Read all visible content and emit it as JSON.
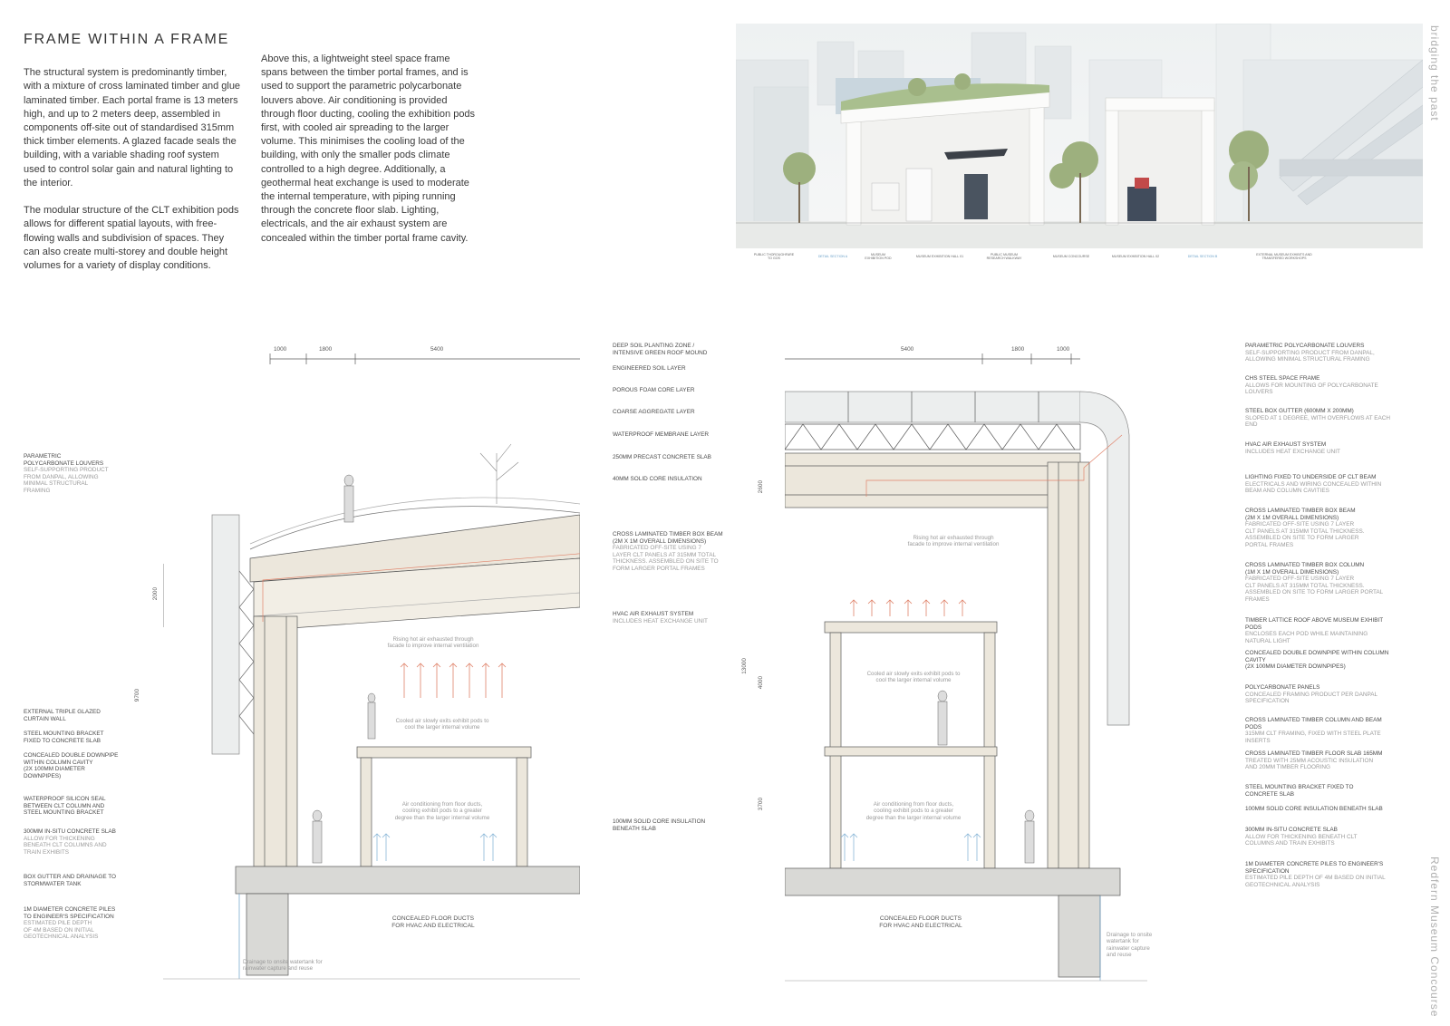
{
  "title": "FRAME WITHIN A FRAME",
  "paragraphs": {
    "col1_p1": "The structural system is predominantly timber, with a mixture of cross laminated timber and glue laminated timber. Each portal frame is 13 meters high, and up to 2 meters deep, assembled in components off-site out of standardised 315mm thick timber elements. A glazed facade seals the building, with a variable shading roof system used to control solar gain and natural lighting to the interior.",
    "col1_p2": "The modular structure of the CLT exhibition pods allows for different spatial layouts, with free-flowing walls and subdivision of spaces. They can also create multi-storey and double height volumes for a variety of display conditions.",
    "col2_p1": "Above this, a lightweight steel space frame spans between the timber portal frames, and is used to support the parametric polycarbonate louvers above. Air conditioning is provided through floor ducting, cooling the exhibition pods first, with cooled air spreading to the larger volume. This minimises the cooling load of the building, with only the smaller pods climate controlled to a high degree. Additionally, a geothermal heat exchange is used to moderate the internal temperature, with piping running through the concrete floor slab. Lighting, electricals, and the air exhaust system are concealed within the timber portal frame cavity."
  },
  "side_labels": {
    "top": "bridging the past",
    "bottom": "Redfern Museum Concourse"
  },
  "render_labels": [
    {
      "text": "PUBLIC THOROUGHFARE\nTO GOS",
      "blue": false
    },
    {
      "text": "DETAIL SECTION A",
      "blue": true
    },
    {
      "text": "MUSEUM\nEXHIBITION POD",
      "blue": false
    },
    {
      "text": "MUSEUM EXHIBITION HALL 01",
      "blue": false
    },
    {
      "text": "PUBLIC MUSEUM\nRESEARCH WALKWAY",
      "blue": false
    },
    {
      "text": "MUSEUM CONCOURSE",
      "blue": false
    },
    {
      "text": "MUSEUM EXHIBITION HALL 02",
      "blue": false
    },
    {
      "text": "DETAIL SECTION B",
      "blue": true
    },
    {
      "text": "EXTERNAL MUSEUM EXHIBITS AND\nTRANSFERED WORKSHOPS",
      "blue": false
    }
  ],
  "section_a": {
    "top_dims": [
      "1000",
      "1800",
      "5400"
    ],
    "dim_2000": "2000",
    "dim_9700": "9700",
    "left_labels": [
      {
        "title": "PARAMETRIC\nPOLYCARBONATE LOUVERS",
        "sub": "SELF-SUPPORTING PRODUCT\nFROM DANPAL, ALLOWING\nMINIMAL STRUCTURAL\nFRAMING"
      },
      {
        "title": "EXTERNAL TRIPLE GLAZED\nCURTAIN WALL",
        "sub": ""
      },
      {
        "title": "STEEL MOUNTING BRACKET\nFIXED TO CONCRETE SLAB",
        "sub": ""
      },
      {
        "title": "CONCEALED DOUBLE DOWNPIPE\nWITHIN COLUMN CAVITY\n(2X 100MM DIAMETER\nDOWNPIPES)",
        "sub": ""
      },
      {
        "title": "WATERPROOF SILICON SEAL\nBETWEEN CLT COLUMN AND\nSTEEL MOUNTING BRACKET",
        "sub": ""
      },
      {
        "title": "300MM IN-SITU CONCRETE SLAB",
        "sub": "ALLOW FOR THICKENING\nBENEATH CLT COLUMNS AND\nTRAIN EXHIBITS"
      },
      {
        "title": "BOX GUTTER AND DRAINAGE TO\nSTORMWATER TANK",
        "sub": ""
      },
      {
        "title": "1M DIAMETER CONCRETE PILES\nTO ENGINEER'S SPECIFICATION",
        "sub": "ESTIMATED PILE DEPTH\nOF 4M BASED ON INITIAL\nGEOTECHNICAL ANALYSIS"
      }
    ],
    "right_labels": [
      {
        "title": "DEEP SOIL PLANTING ZONE /\nINTENSIVE GREEN ROOF MOUND",
        "sub": ""
      },
      {
        "title": "ENGINEERED SOIL LAYER",
        "sub": ""
      },
      {
        "title": "POROUS FOAM CORE LAYER",
        "sub": ""
      },
      {
        "title": "COARSE AGGREGATE LAYER",
        "sub": ""
      },
      {
        "title": "WATERPROOF MEMBRANE LAYER",
        "sub": ""
      },
      {
        "title": "250MM PRECAST CONCRETE SLAB",
        "sub": ""
      },
      {
        "title": "40MM SOLID CORE INSULATION",
        "sub": ""
      },
      {
        "title": "CROSS LAMINATED TIMBER BOX BEAM\n(2M X 1M OVERALL DIMENSIONS)",
        "sub": "FABRICATED OFF-SITE USING 7\nLAYER CLT PANELS AT 315MM TOTAL\nTHICKNESS. ASSEMBLED ON SITE TO\nFORM LARGER PORTAL FRAMES"
      },
      {
        "title": "HVAC AIR EXHAUST SYSTEM",
        "sub": "INCLUDES HEAT EXCHANGE UNIT"
      },
      {
        "title": "100MM SOLID CORE INSULATION\nBENEATH SLAB",
        "sub": ""
      }
    ],
    "notes": {
      "exhaust": "Rising hot air exhausted through\nfacade to improve internal ventilation",
      "cooled": "Cooled air slowly exits exhibit pods to\ncool the larger internal volume",
      "aircon": "Air conditioning from floor ducts,\ncooling exhibit pods to a greater\ndegree than the larger internal volume",
      "ducts": "CONCEALED FLOOR DUCTS\nFOR HVAC AND ELECTRICAL",
      "drainage": "Drainage to onsite watertank for\nrainwater capture and reuse"
    }
  },
  "section_b": {
    "top_dims": [
      "5400",
      "1800",
      "1000"
    ],
    "dim_2600": "2600",
    "dim_13000": "13000",
    "dim_4000": "4000",
    "dim_3700": "3700",
    "right_labels": [
      {
        "title": "PARAMETRIC POLYCARBONATE LOUVERS",
        "sub": "SELF-SUPPORTING PRODUCT FROM DANPAL,\nALLOWING MINIMAL STRUCTURAL FRAMING"
      },
      {
        "title": "CHS STEEL SPACE FRAME",
        "sub": "ALLOWS FOR MOUNTING OF POLYCARBONATE\nLOUVERS"
      },
      {
        "title": "STEEL BOX GUTTER (600MM X 200MM)",
        "sub": "SLOPED AT 1 DEGREE, WITH OVERFLOWS AT EACH\nEND"
      },
      {
        "title": "HVAC AIR EXHAUST SYSTEM",
        "sub": "INCLUDES HEAT EXCHANGE UNIT"
      },
      {
        "title": "LIGHTING FIXED TO UNDERSIDE OF CLT BEAM",
        "sub": "ELECTRICALS AND WIRING CONCEALED WITHIN\nBEAM AND COLUMN CAVITIES"
      },
      {
        "title": "CROSS LAMINATED TIMBER BOX BEAM\n(2M X 1M OVERALL DIMENSIONS)",
        "sub": "FABRICATED OFF-SITE USING 7 LAYER\nCLT PANELS AT 315MM TOTAL THICKNESS.\nASSEMBLED ON SITE TO FORM LARGER\nPORTAL FRAMES"
      },
      {
        "title": "CROSS LAMINATED TIMBER BOX COLUMN\n(1M X 1M OVERALL DIMENSIONS)",
        "sub": "FABRICATED OFF-SITE USING 7 LAYER\nCLT PANELS AT 315MM TOTAL THICKNESS.\nASSEMBLED ON SITE TO FORM LARGER PORTAL\nFRAMES"
      },
      {
        "title": "TIMBER LATTICE ROOF ABOVE MUSEUM EXHIBIT\nPODS",
        "sub": "ENCLOSES EACH POD WHILE MAINTAINING\nNATURAL LIGHT"
      },
      {
        "title": "CONCEALED DOUBLE DOWNPIPE WITHIN COLUMN\nCAVITY\n(2X 100MM DIAMETER DOWNPIPES)",
        "sub": ""
      },
      {
        "title": "POLYCARBONATE PANELS",
        "sub": "CONCEALED FRAMING PRODUCT PER DANPAL\nSPECIFICATION"
      },
      {
        "title": "CROSS LAMINATED TIMBER COLUMN AND BEAM\nPODS",
        "sub": "315MM CLT FRAMING, FIXED WITH STEEL PLATE\nINSERTS"
      },
      {
        "title": "CROSS LAMINATED TIMBER FLOOR SLAB 165MM",
        "sub": "TREATED WITH 25MM ACOUSTIC INSULATION\nAND 20MM TIMBER FLOORING"
      },
      {
        "title": "STEEL MOUNTING BRACKET FIXED TO\nCONCRETE SLAB",
        "sub": ""
      },
      {
        "title": "100MM SOLID CORE INSULATION BENEATH SLAB",
        "sub": ""
      },
      {
        "title": "300MM IN-SITU CONCRETE SLAB",
        "sub": "ALLOW FOR THICKENING BENEATH CLT\nCOLUMNS AND TRAIN EXHIBITS"
      },
      {
        "title": "1M DIAMETER CONCRETE PILES TO ENGINEER'S\nSPECIFICATION",
        "sub": "ESTIMATED PILE DEPTH OF 4M BASED ON INITIAL\nGEOTECHNICAL ANALYSIS"
      }
    ],
    "notes": {
      "exhaust": "Rising hot air exhausted through\nfacade to improve internal ventilation",
      "cooled": "Cooled air slowly exits exhibit pods to\ncool the larger internal volume",
      "aircon": "Air conditioning from floor ducts,\ncooling exhibit pods to a greater\ndegree than the larger internal volume",
      "ducts": "CONCEALED FLOOR DUCTS\nFOR HVAC AND ELECTRICAL",
      "drainage": "Drainage to onsite\nwatertank for\nrainwater capture\nand reuse"
    }
  },
  "colors": {
    "line": "#5a5a5a",
    "timber": "#ece7dc",
    "concrete": "#d9d9d6",
    "hot_air": "#e0836a",
    "cool_air": "#8cb8d8",
    "glass": "#eceeee"
  }
}
